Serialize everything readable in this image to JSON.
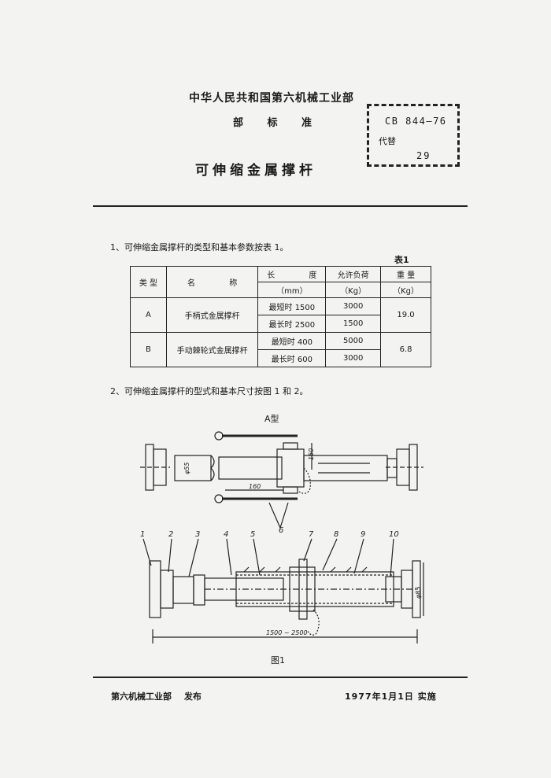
{
  "header": {
    "organization": "中华人民共和国第六机械工业部",
    "standard_type": "部 标 准",
    "title": "可伸缩金属撑杆",
    "code": "CB 844—76",
    "replaces_label": "代替",
    "replaces_number": "29"
  },
  "sections": {
    "p1": "1、可伸缩金属撑杆的类型和基本参数按表 1。",
    "table_caption": "表1",
    "p2": "2、可伸缩金属撑杆的型式和基本尺寸按图 1 和 2。",
    "figure_type_label": "A型",
    "figure_caption": "图1"
  },
  "table": {
    "headers": {
      "type": "类 型",
      "name": "名 称",
      "length": "长 度",
      "length_unit": "（mm）",
      "load": "允许负荷",
      "load_unit": "（Kg）",
      "weight": "重 量",
      "weight_unit": "（Kg）"
    },
    "rows": [
      {
        "type": "A",
        "name": "手柄式金属撑杆",
        "len_short": "最短时 1500",
        "len_long": "最长时 2500",
        "load_short": "3000",
        "load_long": "1500",
        "weight": "19.0"
      },
      {
        "type": "B",
        "name": "手动棘轮式金属撑杆",
        "len_short": "最短时 400",
        "len_long": "最长时 600",
        "load_short": "5000",
        "load_long": "3000",
        "weight": "6.8"
      }
    ]
  },
  "drawing": {
    "dim_150": "150",
    "dim_160": "160",
    "dim_length": "1500 ~ 2500",
    "dim_diam": "φ85",
    "dim_diam_small": "φ55",
    "labels": [
      "1",
      "2",
      "3",
      "4",
      "5",
      "6",
      "7",
      "8",
      "9",
      "10"
    ]
  },
  "footer": {
    "issuer": "第六机械工业部 发布",
    "date": "1977年1月1日 实施"
  }
}
